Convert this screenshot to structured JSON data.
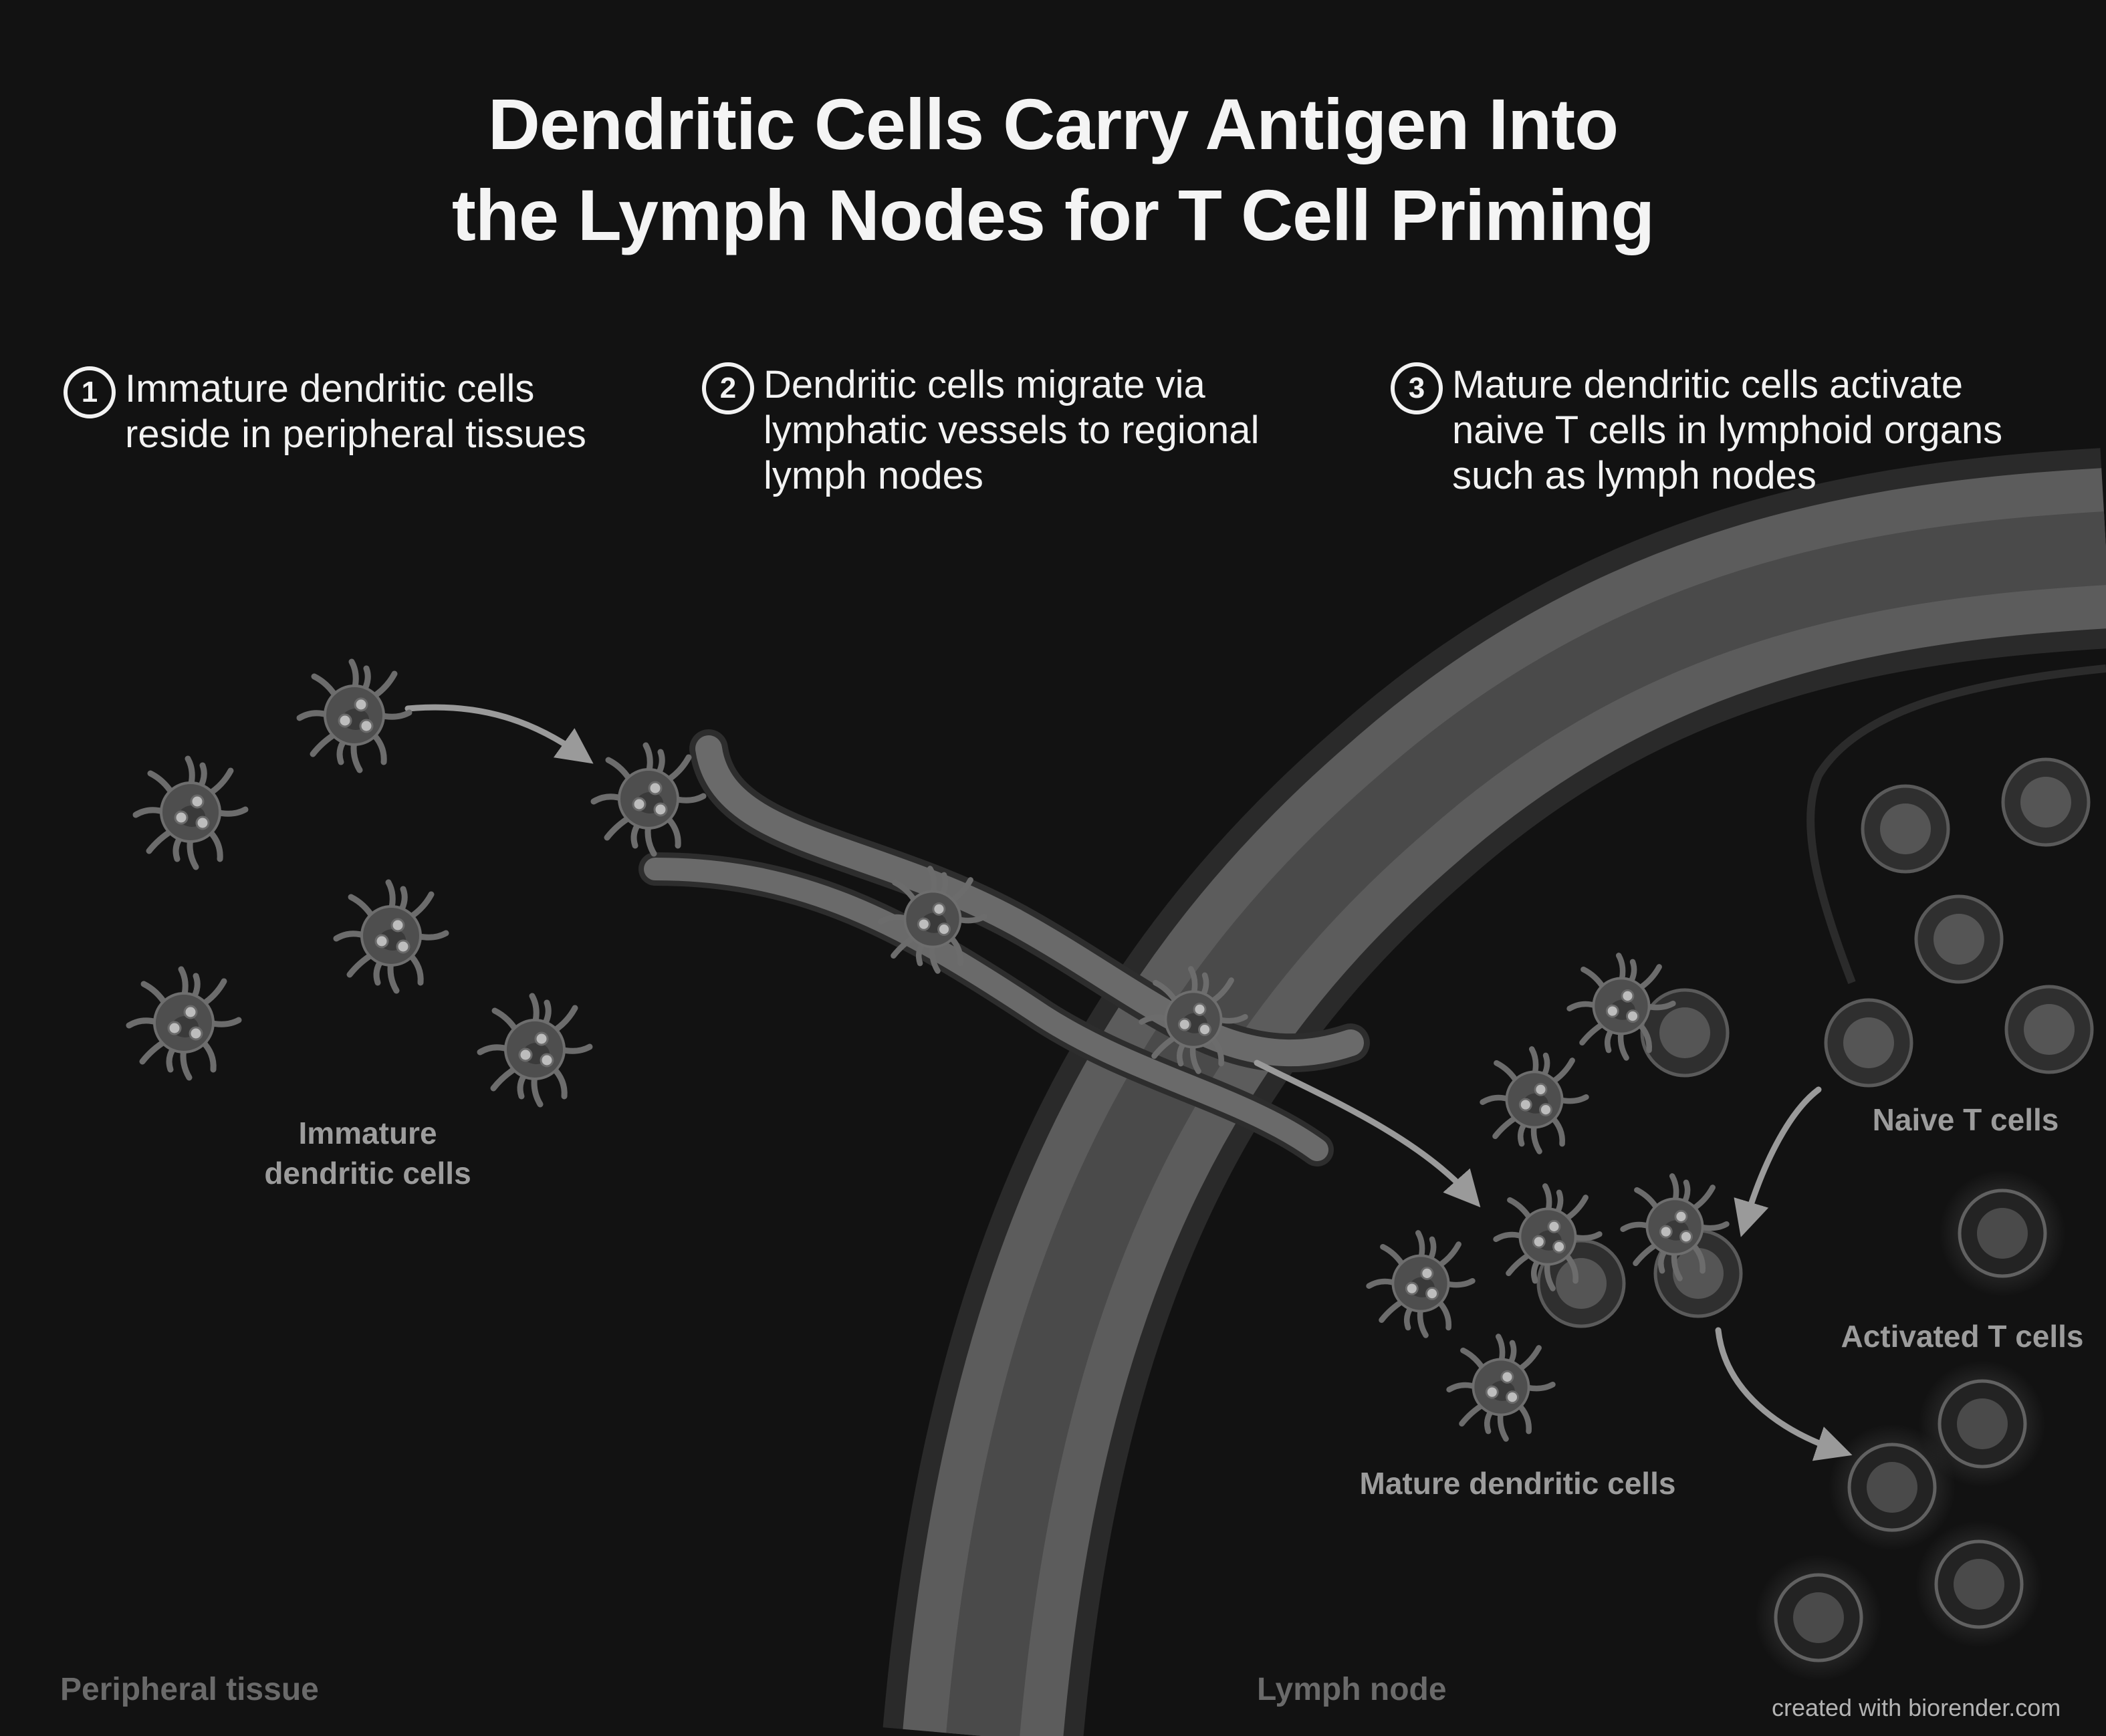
{
  "title": {
    "line1": "Dendritic Cells Carry Antigen Into",
    "line2": "the Lymph Nodes for T Cell Priming"
  },
  "steps": [
    {
      "number": "1",
      "lines": [
        "Immature dendritic cells",
        "reside in peripheral tissues"
      ]
    },
    {
      "number": "2",
      "lines": [
        "Dendritic cells migrate via",
        "lymphatic vessels to regional",
        "lymph nodes"
      ]
    },
    {
      "number": "3",
      "lines": [
        "Mature dendritic cells activate",
        "naive T cells in lymphoid organs",
        "such as lymph nodes"
      ]
    }
  ],
  "labels": {
    "immature_line1": "Immature",
    "immature_line2": "dendritic cells",
    "naive_t": "Naive T cells",
    "activated_t": "Activated T cells",
    "mature_dc": "Mature dendritic cells",
    "peripheral": "Peripheral tissue",
    "lymph_node": "Lymph node"
  },
  "credit": "created with biorender.com"
}
